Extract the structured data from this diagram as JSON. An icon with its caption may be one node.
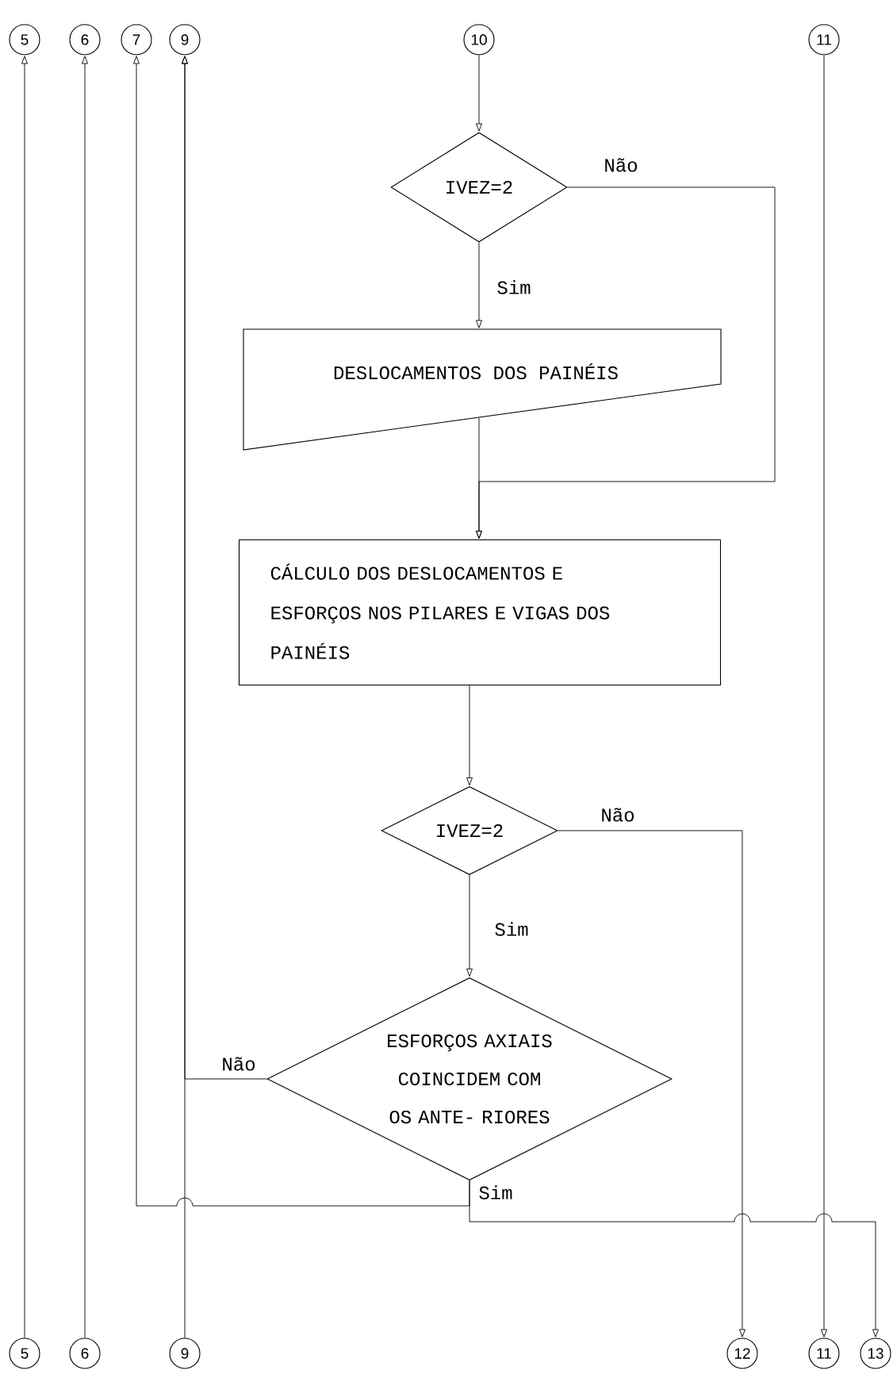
{
  "diagram": {
    "nodes": [
      {
        "text": [
          "5"
        ]
      },
      {
        "text": [
          "6"
        ]
      },
      {
        "text": [
          "7"
        ]
      },
      {
        "text": [
          "9"
        ]
      },
      {
        "text": [
          "10"
        ]
      },
      {
        "text": [
          "11"
        ]
      },
      {
        "text": [
          "IVEZ=2"
        ]
      },
      {
        "text": [
          "DESLOCAMENTOS DOS PAINÉIS"
        ]
      },
      {
        "text": [
          "CÁLCULO DOS DESLOCAMENTOS E ESFORÇOS NOS PILARES E VIGAS DOS PAINÉIS"
        ]
      },
      {
        "text": [
          "IVEZ=2"
        ]
      },
      {
        "text": [
          "ESFORÇOS AXIAIS COINCIDEM COM OS ANTE- RIORES"
        ]
      },
      {
        "text": [
          "5"
        ]
      },
      {
        "text": [
          "6"
        ]
      },
      {
        "text": [
          "9"
        ]
      },
      {
        "text": [
          "12"
        ]
      },
      {
        "text": [
          "11"
        ]
      },
      {
        "text": [
          "13"
        ]
      }
    ],
    "edges": [
      {
        "from": 11,
        "to": 0,
        "arrow": "to"
      },
      {
        "from": 12,
        "to": 1,
        "arrow": "to"
      },
      {
        "from": 13,
        "to": 3,
        "arrow": "to"
      },
      {
        "from": 4,
        "to": 6,
        "arrow": "to"
      },
      {
        "from": 5,
        "to": 15,
        "arrow": "to"
      },
      {
        "from": 6,
        "to": 7,
        "arrow": "to",
        "label": "Sim"
      },
      {
        "from": 6,
        "to": 8,
        "arrow": "to",
        "label": "Não"
      },
      {
        "from": 7,
        "to": 8,
        "arrow": "to"
      },
      {
        "from": 8,
        "to": 9,
        "arrow": "to"
      },
      {
        "from": 9,
        "to": 14,
        "arrow": "to",
        "label": "Não"
      },
      {
        "from": 9,
        "to": 10,
        "arrow": "to",
        "label": "Sim"
      },
      {
        "from": 10,
        "to": 3,
        "arrow": "to",
        "label": "Não"
      },
      {
        "from": 10,
        "to": 2,
        "arrow": "to",
        "label": "Sim"
      },
      {
        "from": 10,
        "to": 16,
        "arrow": "to"
      }
    ]
  }
}
